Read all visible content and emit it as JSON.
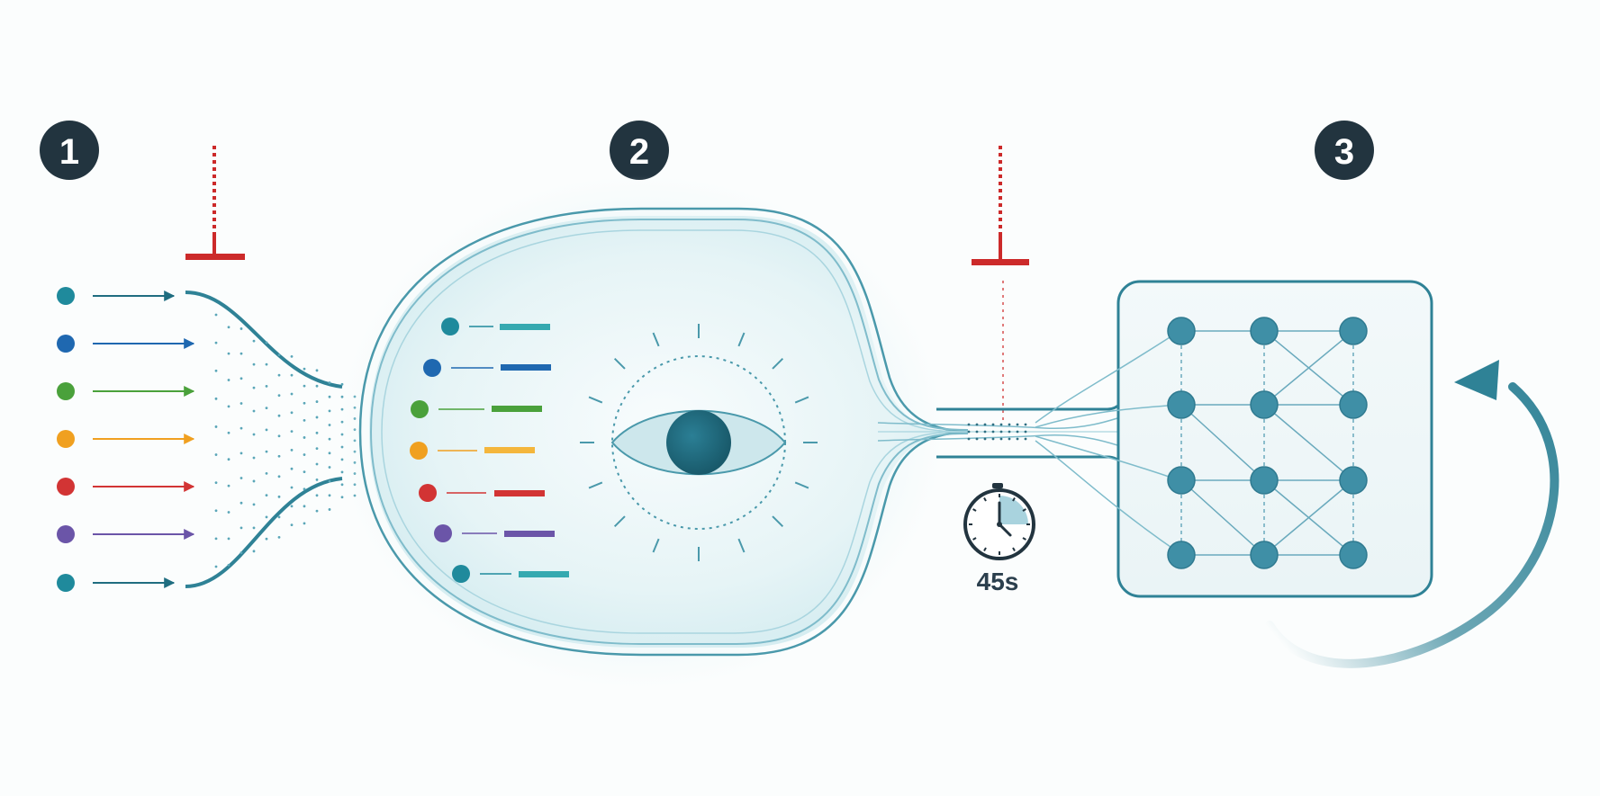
{
  "steps": [
    {
      "number": "1"
    },
    {
      "number": "2"
    },
    {
      "number": "3"
    }
  ],
  "timer": {
    "label": "45s",
    "fraction_elapsed": 0.25
  },
  "colors": {
    "badge": "#22343f",
    "inhibitor": "#cc2a2a",
    "teal": "#2f8296",
    "teal_dark": "#1d5f6f",
    "teal_light": "#dff1f4",
    "node": "#3f8fa6"
  },
  "inputs": [
    {
      "color": "#1f8a9c",
      "icon": "teal-dot"
    },
    {
      "color": "#1f68b0",
      "icon": "blue-dot"
    },
    {
      "color": "#4aa13b",
      "icon": "green-dot"
    },
    {
      "color": "#f0a020",
      "icon": "orange-dot"
    },
    {
      "color": "#d23434",
      "icon": "red-dot"
    },
    {
      "color": "#6b55a8",
      "icon": "purple-dot"
    },
    {
      "color": "#1f8a9c",
      "icon": "teal-dot"
    }
  ],
  "icons": {
    "eye": "eye-icon",
    "clock": "stopwatch-icon",
    "cycle": "cycle-arrow-icon",
    "network": "node-network-icon",
    "inhibitor": "inhibitor-t-icon"
  }
}
